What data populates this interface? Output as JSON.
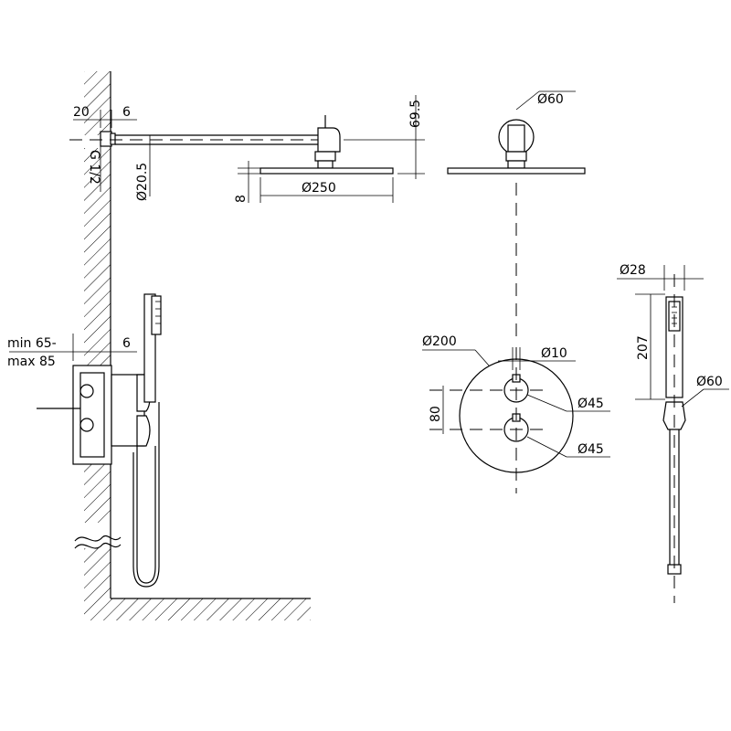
{
  "dimensions": {
    "wall_thickness": "20",
    "plate_offset": "6",
    "thread": "G 1/2",
    "arm_diameter": "Ø20.5",
    "head_thickness": "8",
    "head_diameter": "Ø250",
    "arm_height": "69.5",
    "flange_diameter_top": "Ø60",
    "plate_diameter": "Ø200",
    "pin_diameter": "Ø10",
    "knob_spacing": "80",
    "knob_upper_diameter": "Ø45",
    "knob_lower_diameter": "Ø45",
    "hand_shower_diameter": "Ø28",
    "hand_shower_length": "207",
    "holder_diameter": "Ø60",
    "recess_min": "min 65-",
    "recess_max": "max 85",
    "recess_offset": "6"
  }
}
